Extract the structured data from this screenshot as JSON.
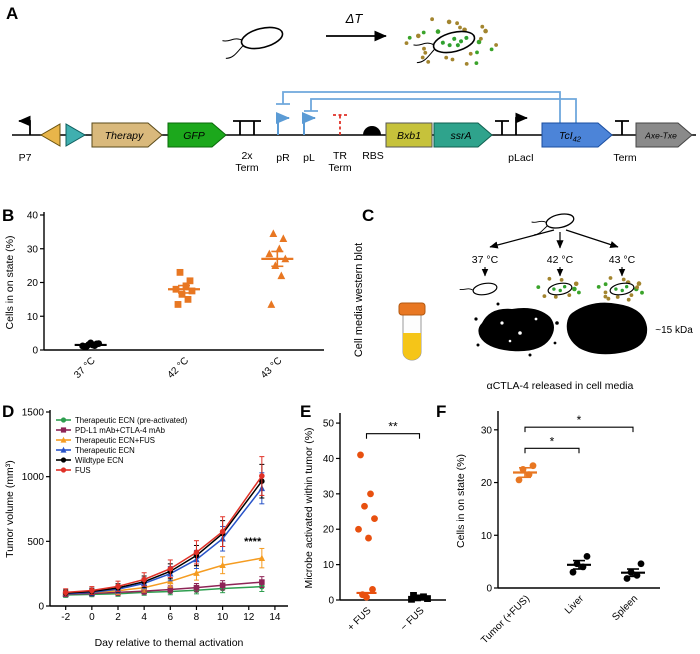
{
  "panel_labels": {
    "A": "A",
    "B": "B",
    "C": "C",
    "D": "D",
    "E": "E",
    "F": "F"
  },
  "panelA": {
    "delta_t": "ΔT",
    "p7": "P7",
    "therapy": "Therapy",
    "gfp": "GFP",
    "term2x_top": "2x",
    "term2x_bottom": "Term",
    "pr": "pR",
    "pl": "pL",
    "tr_top": "TR",
    "tr_bottom": "Term",
    "rbs": "RBS",
    "bxb1": "Bxb1",
    "ssra": "ssrA",
    "placi": "pLacI",
    "tci": "TcI",
    "tci_sub": "42",
    "term": "Term",
    "axe_txe": "Axe-Txe",
    "colors": {
      "therapy": "#D9B97C",
      "gfp": "#1CA81C",
      "bxb1": "#C6C23B",
      "ssra": "#2FA38C",
      "tci": "#4C84D8",
      "axe_txe": "#8A8A8A",
      "att_site_gold": "#E8B54A",
      "att_site_teal": "#3FAFAF",
      "promoter_blue": "#5B9BD5",
      "repression_blue": "#6FA8DC",
      "tr_terminator_red": "#E03127"
    }
  },
  "panelC": {
    "ylabel": "Cell media western blot",
    "temps": [
      "37 °C",
      "42 °C",
      "43 °C"
    ],
    "kda_label": "~15 kDa",
    "caption": "αCTLA-4 released in cell media"
  },
  "chart_data": [
    {
      "panel": "B",
      "type": "scatter",
      "ylabel": "Cells in on state (%)",
      "ylim": [
        0,
        40
      ],
      "yticks": [
        0,
        10,
        20,
        30,
        40
      ],
      "categories": [
        "37 °C",
        "42 °C",
        "43 °C"
      ],
      "series": [
        {
          "category": "37 °C",
          "marker": "circle",
          "color": "#000000",
          "values": [
            1.0,
            1.3,
            1.6,
            1.9,
            1.2,
            1.5,
            1.8,
            1.1,
            2.1
          ],
          "mean": 1.5,
          "sem": 0.2
        },
        {
          "category": "42 °C",
          "marker": "square",
          "color": "#E87722",
          "values": [
            13.5,
            15,
            16.5,
            17.5,
            18,
            19,
            20.5,
            23
          ],
          "mean": 18,
          "sem": 1.1
        },
        {
          "category": "43 °C",
          "marker": "triangle",
          "color": "#E87722",
          "values": [
            13.5,
            22,
            25,
            27,
            28.5,
            30,
            33,
            34.5
          ],
          "mean": 27,
          "sem": 2.2
        }
      ]
    },
    {
      "panel": "D",
      "type": "line",
      "xlabel": "Day relative to themal activation",
      "ylabel": "Tumor volume (mm³)",
      "xlim": [
        -3.2,
        15
      ],
      "ylim": [
        0,
        1500
      ],
      "xticks": [
        -2,
        0,
        2,
        4,
        6,
        8,
        10,
        12,
        14
      ],
      "yticks": [
        0,
        500,
        1000,
        1500
      ],
      "x": [
        -2,
        0,
        2,
        4,
        6,
        8,
        10,
        13
      ],
      "legend_position": "top-left",
      "series": [
        {
          "name": "Therapeutic ECN  (pre-activated)",
          "color": "#2E9E4F",
          "marker": "circle",
          "values": [
            85,
            90,
            95,
            105,
            112,
            122,
            135,
            150
          ],
          "err": [
            18,
            18,
            20,
            22,
            25,
            28,
            32,
            38
          ]
        },
        {
          "name": "PD-L1 mAb+CTLA-4 mAb",
          "color": "#8E2456",
          "marker": "square",
          "values": [
            92,
            98,
            105,
            115,
            128,
            142,
            160,
            185
          ],
          "err": [
            18,
            20,
            22,
            24,
            28,
            32,
            36,
            42
          ]
        },
        {
          "name": "Therapeutic ECN+FUS",
          "color": "#F59C21",
          "marker": "triangle",
          "values": [
            98,
            105,
            118,
            142,
            190,
            255,
            315,
            370
          ],
          "err": [
            22,
            24,
            28,
            34,
            45,
            55,
            65,
            75
          ]
        },
        {
          "name": "Therapeutic ECN",
          "color": "#2853C8",
          "marker": "triangle",
          "values": [
            95,
            105,
            130,
            175,
            250,
            360,
            520,
            910
          ],
          "err": [
            22,
            25,
            30,
            42,
            55,
            70,
            95,
            120
          ]
        },
        {
          "name": "Wildtype ECN",
          "color": "#000000",
          "marker": "circle",
          "values": [
            100,
            112,
            140,
            188,
            268,
            390,
            560,
            965
          ],
          "err": [
            24,
            26,
            32,
            44,
            58,
            78,
            100,
            130
          ]
        },
        {
          "name": "FUS",
          "color": "#E03127",
          "marker": "circle",
          "values": [
            105,
            120,
            152,
            205,
            288,
            415,
            575,
            1005
          ],
          "err": [
            28,
            30,
            40,
            52,
            68,
            90,
            115,
            150
          ]
        }
      ],
      "annotation": {
        "text": "****",
        "color": "#C8960C",
        "x": 12.3,
        "y": 470
      }
    },
    {
      "panel": "E",
      "type": "scatter",
      "ylabel": "Microbe activated within tumor (%)",
      "ylim": [
        0,
        52
      ],
      "yticks": [
        0,
        10,
        20,
        30,
        40,
        50
      ],
      "categories": [
        "+ FUS",
        "− FUS"
      ],
      "series": [
        {
          "category": "+ FUS",
          "marker": "circle",
          "color": "#E8500F",
          "values": [
            41,
            30,
            26.5,
            23,
            20,
            17.5,
            3,
            1.5,
            0.8
          ],
          "mean": 2
        },
        {
          "category": "− FUS",
          "marker": "square",
          "color": "#000000",
          "values": [
            1.3,
            0.9,
            0.6,
            0.4,
            0.2
          ],
          "mean": 0.6
        }
      ],
      "significance": [
        {
          "from": 0,
          "to": 1,
          "label": "**",
          "y": 47
        }
      ]
    },
    {
      "panel": "F",
      "type": "scatter",
      "ylabel": "Cells in on state (%)",
      "ylim": [
        0,
        33
      ],
      "yticks": [
        0,
        10,
        20,
        30
      ],
      "categories": [
        "Tumor (+FUS)",
        "Liver",
        "Spleen"
      ],
      "series": [
        {
          "category": "Tumor (+FUS)",
          "marker": "circle",
          "color": "#E87722",
          "values": [
            20.5,
            21.5,
            22.5,
            23.2
          ],
          "mean": 21.9,
          "sem": 0.9
        },
        {
          "category": "Liver",
          "marker": "circle",
          "color": "#000000",
          "values": [
            3,
            4,
            4.6,
            6
          ],
          "mean": 4.4,
          "sem": 0.8
        },
        {
          "category": "Spleen",
          "marker": "circle",
          "color": "#000000",
          "values": [
            1.8,
            2.4,
            3,
            4.6
          ],
          "mean": 2.9,
          "sem": 0.7
        }
      ],
      "significance": [
        {
          "from": 0,
          "to": 1,
          "label": "*",
          "y": 26.5
        },
        {
          "from": 0,
          "to": 2,
          "label": "*",
          "y": 30.5
        }
      ]
    }
  ]
}
